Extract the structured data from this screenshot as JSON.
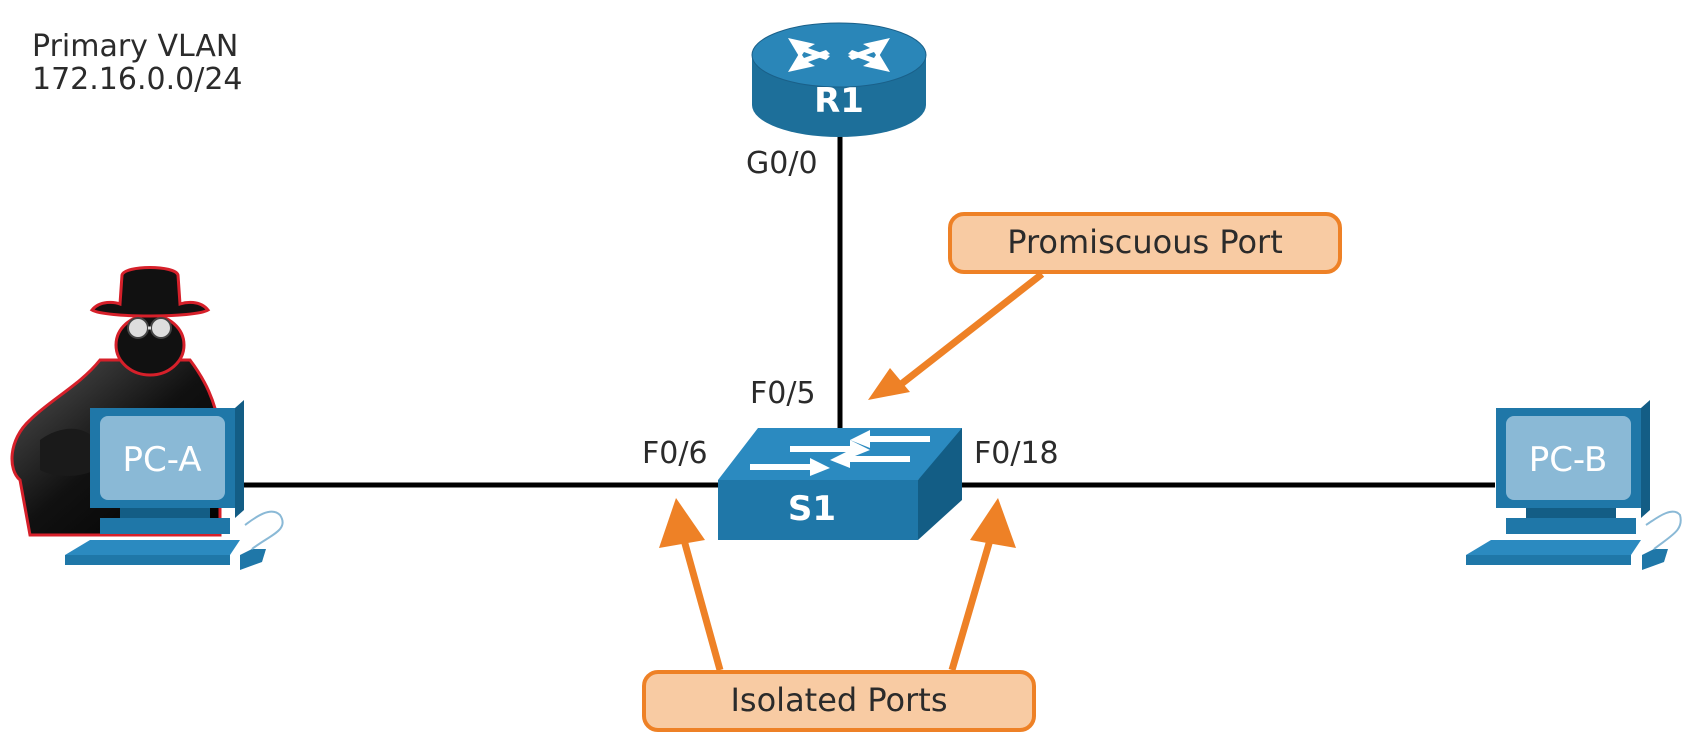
{
  "vlan": {
    "name": "Primary VLAN",
    "subnet": "172.16.0.0/24"
  },
  "devices": {
    "router": {
      "label": "R1",
      "port": "G0/0"
    },
    "switch": {
      "label": "S1",
      "ports": {
        "router_side": "F0/5",
        "left": "F0/6",
        "right": "F0/18"
      }
    },
    "pc_a": {
      "label": "PC-A"
    },
    "pc_b": {
      "label": "PC-B"
    }
  },
  "callouts": {
    "promiscuous": "Promiscuous Port",
    "isolated": "Isolated Ports"
  },
  "colors": {
    "link": "#000000",
    "device_blue": "#1f77a8",
    "device_blue_dark": "#135d85",
    "screen_blue": "#8ab9d6",
    "callout_fill": "#f8cba3",
    "callout_stroke": "#ee8126",
    "arrow": "#ee8126",
    "attacker_outline": "#d6202a"
  },
  "icons": [
    "router-icon",
    "switch-icon",
    "pc-icon",
    "hacker-icon"
  ]
}
